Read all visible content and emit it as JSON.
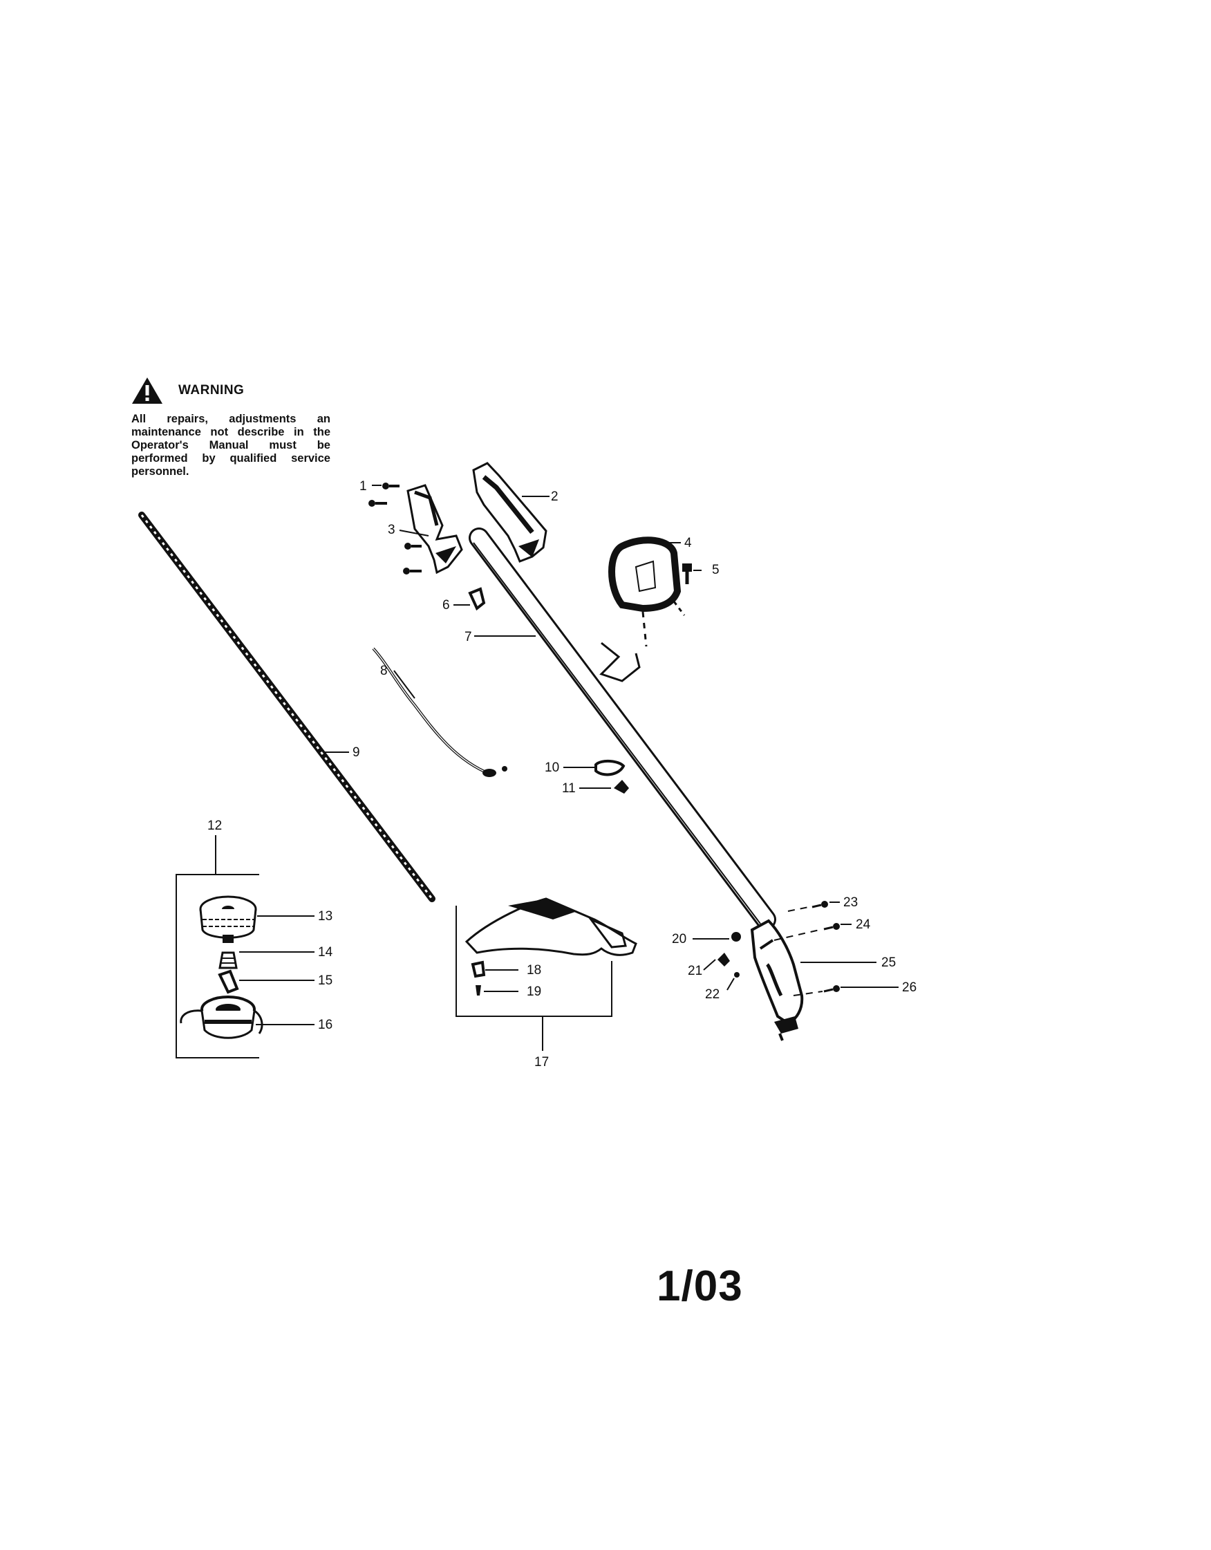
{
  "warning": {
    "title": "WARNING",
    "text": "All repairs, adjustments an maintenance not describe in the Operator's Manual must be performed by qualified service personnel."
  },
  "date_code": "1/03",
  "callouts": [
    {
      "key": "c1",
      "label": "1"
    },
    {
      "key": "c2",
      "label": "2"
    },
    {
      "key": "c3",
      "label": "3"
    },
    {
      "key": "c4",
      "label": "4"
    },
    {
      "key": "c5",
      "label": "5"
    },
    {
      "key": "c6",
      "label": "6"
    },
    {
      "key": "c7",
      "label": "7"
    },
    {
      "key": "c8",
      "label": "8"
    },
    {
      "key": "c9",
      "label": "9"
    },
    {
      "key": "c10",
      "label": "10"
    },
    {
      "key": "c11",
      "label": "11"
    },
    {
      "key": "c12",
      "label": "12"
    },
    {
      "key": "c13",
      "label": "13"
    },
    {
      "key": "c14",
      "label": "14"
    },
    {
      "key": "c15",
      "label": "15"
    },
    {
      "key": "c16",
      "label": "16"
    },
    {
      "key": "c17",
      "label": "17"
    },
    {
      "key": "c18",
      "label": "18"
    },
    {
      "key": "c19",
      "label": "19"
    },
    {
      "key": "c20",
      "label": "20"
    },
    {
      "key": "c21",
      "label": "21"
    },
    {
      "key": "c22",
      "label": "22"
    },
    {
      "key": "c23",
      "label": "23"
    },
    {
      "key": "c24",
      "label": "24"
    },
    {
      "key": "c25",
      "label": "25"
    },
    {
      "key": "c26",
      "label": "26"
    }
  ],
  "labels": {
    "c1": "1",
    "c2": "2",
    "c3": "3",
    "c4": "4",
    "c5": "5",
    "c6": "6",
    "c7": "7",
    "c8": "8",
    "c9": "9",
    "c10": "10",
    "c11": "11",
    "c12": "12",
    "c13": "13",
    "c14": "14",
    "c15": "15",
    "c16": "16",
    "c17": "17",
    "c18": "18",
    "c19": "19",
    "c20": "20",
    "c21": "21",
    "c22": "22",
    "c23": "23",
    "c24": "24",
    "c25": "25",
    "c26": "26"
  }
}
